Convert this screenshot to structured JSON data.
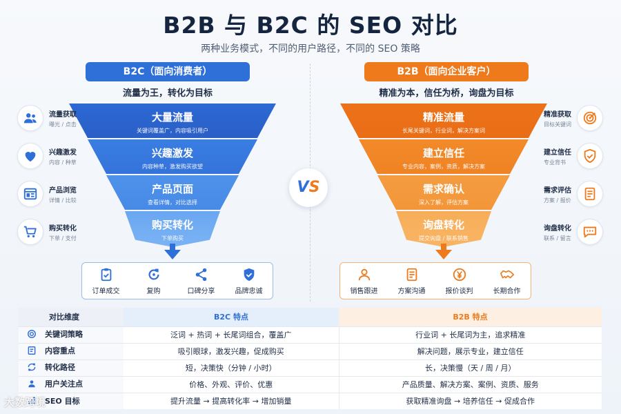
{
  "header": {
    "title": "B2B 与 B2C 的 SEO 对比",
    "subtitle": "两种业务模式，不同的用户路径，不同的 SEO 策略"
  },
  "b2c": {
    "label": "B2C（面向消费者）",
    "tagline": "流量为王，转化为目标",
    "color": "#2f6fd8",
    "stages": [
      {
        "title": "大量流量",
        "desc": "关键词覆盖广，内容吸引用户"
      },
      {
        "title": "兴趣激发",
        "desc": "内容种草，激发购买欲望"
      },
      {
        "title": "产品页面",
        "desc": "查看详情，对比选择"
      },
      {
        "title": "购买转化",
        "desc": "下单购买"
      }
    ],
    "side": [
      {
        "title": "流量获取",
        "desc": "曝光 / 点击",
        "icon": "users-icon"
      },
      {
        "title": "兴趣激发",
        "desc": "内容 / 种草",
        "icon": "heart-icon"
      },
      {
        "title": "产品浏览",
        "desc": "详情 / 比较",
        "icon": "browser-icon"
      },
      {
        "title": "购买转化",
        "desc": "下单 / 支付",
        "icon": "cart-icon"
      }
    ],
    "results": [
      {
        "label": "订单成交",
        "icon": "clipboard-check-icon"
      },
      {
        "label": "复购",
        "icon": "repeat-icon"
      },
      {
        "label": "口碑分享",
        "icon": "share-icon"
      },
      {
        "label": "品牌忠诚",
        "icon": "shield-check-icon"
      }
    ]
  },
  "b2b": {
    "label": "B2B（面向企业客户）",
    "tagline": "精准为本，信任为桥，询盘为目标",
    "color": "#ee7a1c",
    "stages": [
      {
        "title": "精准流量",
        "desc": "长尾关键词，行业词，解决方案词"
      },
      {
        "title": "建立信任",
        "desc": "专业内容，案例，资质，解决方案"
      },
      {
        "title": "需求确认",
        "desc": "深入了解，评估方案"
      },
      {
        "title": "询盘转化",
        "desc": "提交询盘 / 联系销售"
      }
    ],
    "side": [
      {
        "title": "精准获取",
        "desc": "目标关键词",
        "icon": "target-icon"
      },
      {
        "title": "建立信任",
        "desc": "专业背书",
        "icon": "shield-check-icon"
      },
      {
        "title": "需求评估",
        "desc": "方案 / 报价",
        "icon": "document-icon"
      },
      {
        "title": "询盘转化",
        "desc": "联系 / 留言",
        "icon": "chat-icon"
      }
    ],
    "results": [
      {
        "label": "销售跟进",
        "icon": "person-icon"
      },
      {
        "label": "方案沟通",
        "icon": "document-icon"
      },
      {
        "label": "报价谈判",
        "icon": "yen-icon"
      },
      {
        "label": "长期合作",
        "icon": "handshake-icon"
      }
    ]
  },
  "vs": {
    "v": "V",
    "s": "S"
  },
  "table": {
    "headers": [
      "对比维度",
      "B2C 特点",
      "B2B 特点"
    ],
    "rows": [
      {
        "dim": "关键词策略",
        "b2c": "泛词 + 热词 + 长尾词组合，覆盖广",
        "b2b": "行业词 + 长尾词为主，追求精准",
        "icon": "target-icon"
      },
      {
        "dim": "内容重点",
        "b2c": "吸引眼球，激发兴趣，促成购买",
        "b2b": "解决问题，展示专业，建立信任",
        "icon": "document-icon"
      },
      {
        "dim": "转化路径",
        "b2c": "短，决策快（分钟 / 小时）",
        "b2b": "长，决策慢（天 / 周 / 月）",
        "icon": "repeat-icon"
      },
      {
        "dim": "用户关注点",
        "b2c": "价格、外观、评价、优惠",
        "b2b": "产品质量、解决方案、案例、资质、服务",
        "icon": "person-icon"
      },
      {
        "dim": "SEO 目标",
        "b2c": "提升流量 → 提高转化率 → 增加销量",
        "b2b": "获取精准询盘 → 培养信任 → 促成合作",
        "icon": "chart-icon"
      }
    ]
  },
  "watermark": "大数跨境"
}
